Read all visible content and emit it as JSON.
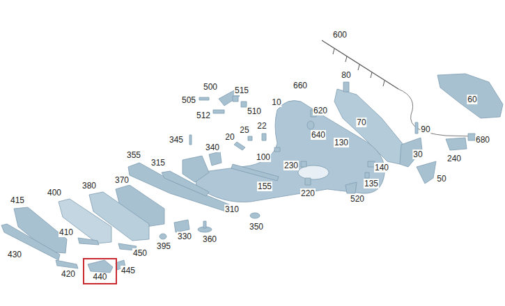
{
  "diagram": {
    "nodes": [
      {
        "text": [
          "440"
        ]
      }
    ],
    "labels": [
      "600",
      "80",
      "660",
      "500",
      "515",
      "505",
      "510",
      "512",
      "620",
      "10",
      "640",
      "70",
      "60",
      "90",
      "680",
      "130",
      "30",
      "240",
      "20",
      "25",
      "22",
      "345",
      "340",
      "100",
      "230",
      "140",
      "155",
      "355",
      "315",
      "220",
      "135",
      "50",
      "520",
      "370",
      "380",
      "400",
      "310",
      "350",
      "415",
      "410",
      "330",
      "360",
      "395",
      "450",
      "445",
      "430",
      "420"
    ]
  }
}
